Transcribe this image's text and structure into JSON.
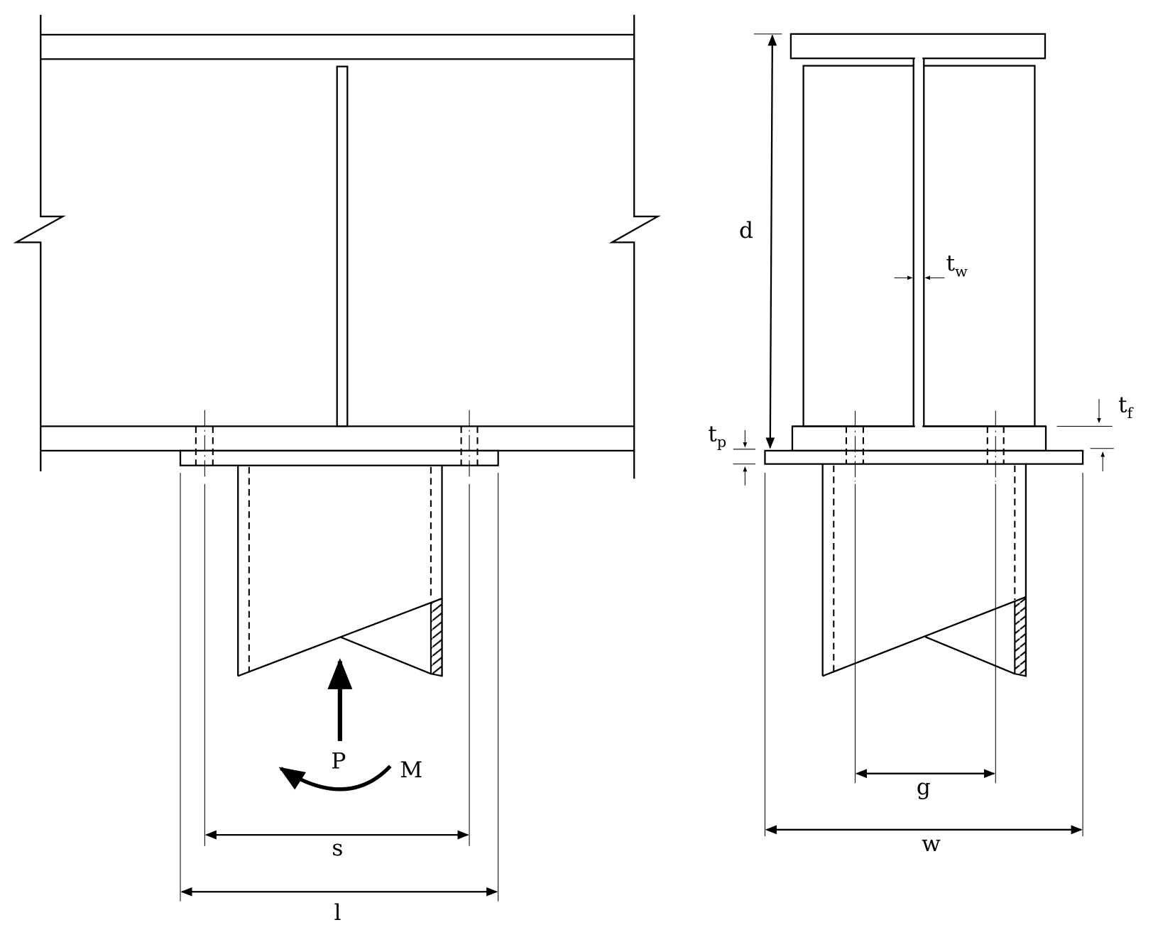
{
  "labels": {
    "axial_load": "P",
    "moment": "M",
    "bolt_spacing": "s",
    "plate_length": "l",
    "depth": "d",
    "web_thickness_main": "t",
    "web_thickness_sub": "w",
    "flange_thickness_main": "t",
    "flange_thickness_sub": "f",
    "plate_thickness_main": "t",
    "plate_thickness_sub": "p",
    "gauge": "g",
    "plate_width": "w"
  },
  "colors": {
    "line": "#000000",
    "background": "#ffffff"
  }
}
